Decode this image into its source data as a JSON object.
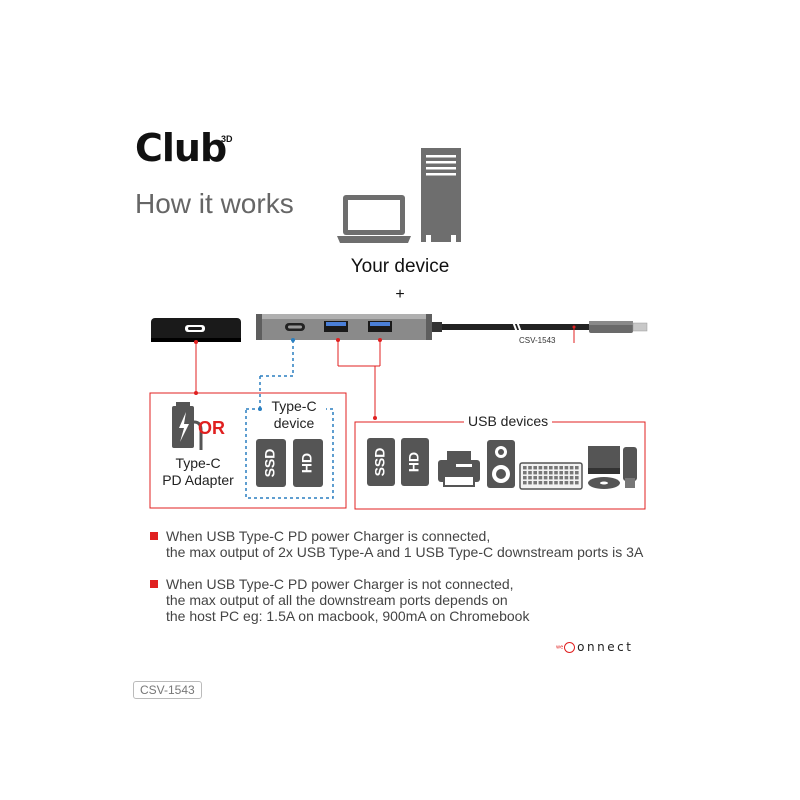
{
  "brand": {
    "name": "Club",
    "superscript": "3D"
  },
  "headline": "How it works",
  "device_label": "Your device",
  "plus_sign": "+",
  "cable_model_label": "CSV-1543",
  "power_box": {
    "or_label": "OR",
    "adapter_line1": "Type-C",
    "adapter_line2": "PD Adapter",
    "typec_device_line1": "Type-C",
    "typec_device_line2": "device"
  },
  "usb_box": {
    "title": "USB devices"
  },
  "drive_labels": {
    "ssd": "SSD",
    "hd": "HD"
  },
  "notes": [
    {
      "line1": "When USB Type-C PD power Charger is connected,",
      "line2": "the max output of 2x USB Type-A and 1 USB Type-C downstream ports is 3A"
    },
    {
      "line1": "When USB Type-C PD power Charger is not connected,",
      "line2": "the max output of all the downstream ports depends on",
      "line3": "the host PC eg: 1.5A on macbook, 900mA on Chromebook"
    }
  ],
  "footer_brand": {
    "prefix": "we",
    "word": "onnect"
  },
  "footer_model_tag": "CSV-1543",
  "colors": {
    "accent_red": "#e02020",
    "dashed_blue": "#2a7fc1",
    "device_gray": "#6e6e6e"
  },
  "icons": [
    "laptop-icon",
    "desktop-tower-icon",
    "usb-hub",
    "charger-icon",
    "ssd-icon",
    "hdd-icon",
    "printer-icon",
    "speaker-icon",
    "keyboard-icon",
    "optical-drive-icon",
    "usb-stick-icon"
  ]
}
